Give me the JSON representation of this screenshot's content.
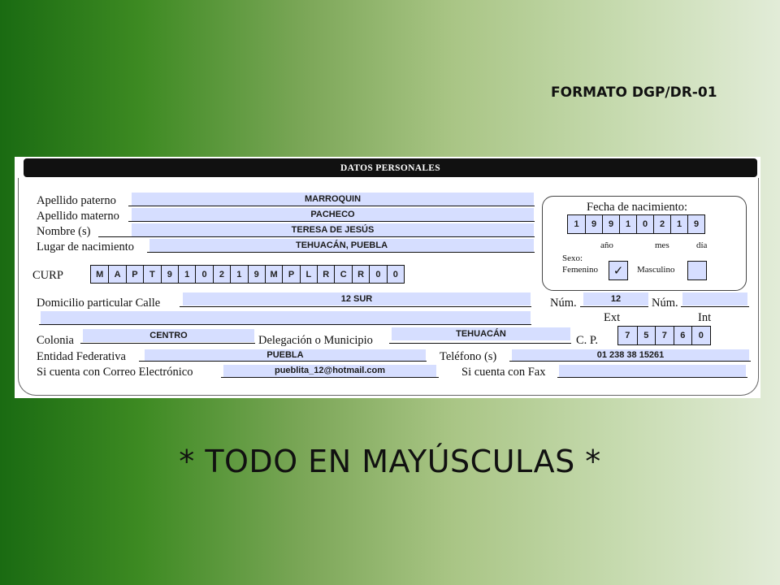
{
  "format_code": "FORMATO DGP/DR-01",
  "form": {
    "section_title": "DATOS PERSONALES",
    "labels": {
      "apellido_paterno": "Apellido paterno",
      "apellido_materno": "Apellido materno",
      "nombre": "Nombre (s)",
      "lugar_nacimiento": "Lugar de nacimiento",
      "curp": "CURP",
      "domicilio": "Domicilio particular Calle",
      "num_ext": "Núm.",
      "num_int": "Núm.",
      "ext": "Ext",
      "int": "Int",
      "colonia": "Colonia",
      "delegacion": "Delegación o Municipio",
      "cp": "C. P.",
      "entidad": "Entidad Federativa",
      "telefono": "Teléfono (s)",
      "correo": "Si cuenta con Correo Electrónico",
      "fax": "Si cuenta con Fax"
    },
    "values": {
      "apellido_paterno": "MARROQUIN",
      "apellido_materno": "PACHECO",
      "nombre": "TERESA DE JESÚS",
      "lugar_nacimiento": "TEHUACÁN, PUEBLA",
      "calle": "12 SUR",
      "num_ext": "12",
      "num_int": "",
      "colonia": "CENTRO",
      "delegacion": "TEHUACÁN",
      "entidad": "PUEBLA",
      "telefono": "01 238 38 15261",
      "correo": "pueblita_12@hotmail.com",
      "fax": ""
    },
    "curp": [
      "M",
      "A",
      "P",
      "T",
      "9",
      "1",
      "0",
      "2",
      "1",
      "9",
      "M",
      "P",
      "L",
      "R",
      "C",
      "R",
      "0",
      "0"
    ],
    "cp": [
      "7",
      "5",
      "7",
      "6",
      "0"
    ],
    "birth": {
      "title": "Fecha de nacimiento:",
      "digits": [
        "1",
        "9",
        "9",
        "1",
        "0",
        "2",
        "1",
        "9"
      ],
      "year_label": "año",
      "month_label": "mes",
      "day_label": "día"
    },
    "sexo": {
      "label": "Sexo:",
      "femenino_label": "Femenino",
      "masculino_label": "Masculino",
      "femenino_mark": "✓",
      "masculino_mark": ""
    }
  },
  "note": "* TODO EN MAYÚSCULAS *"
}
